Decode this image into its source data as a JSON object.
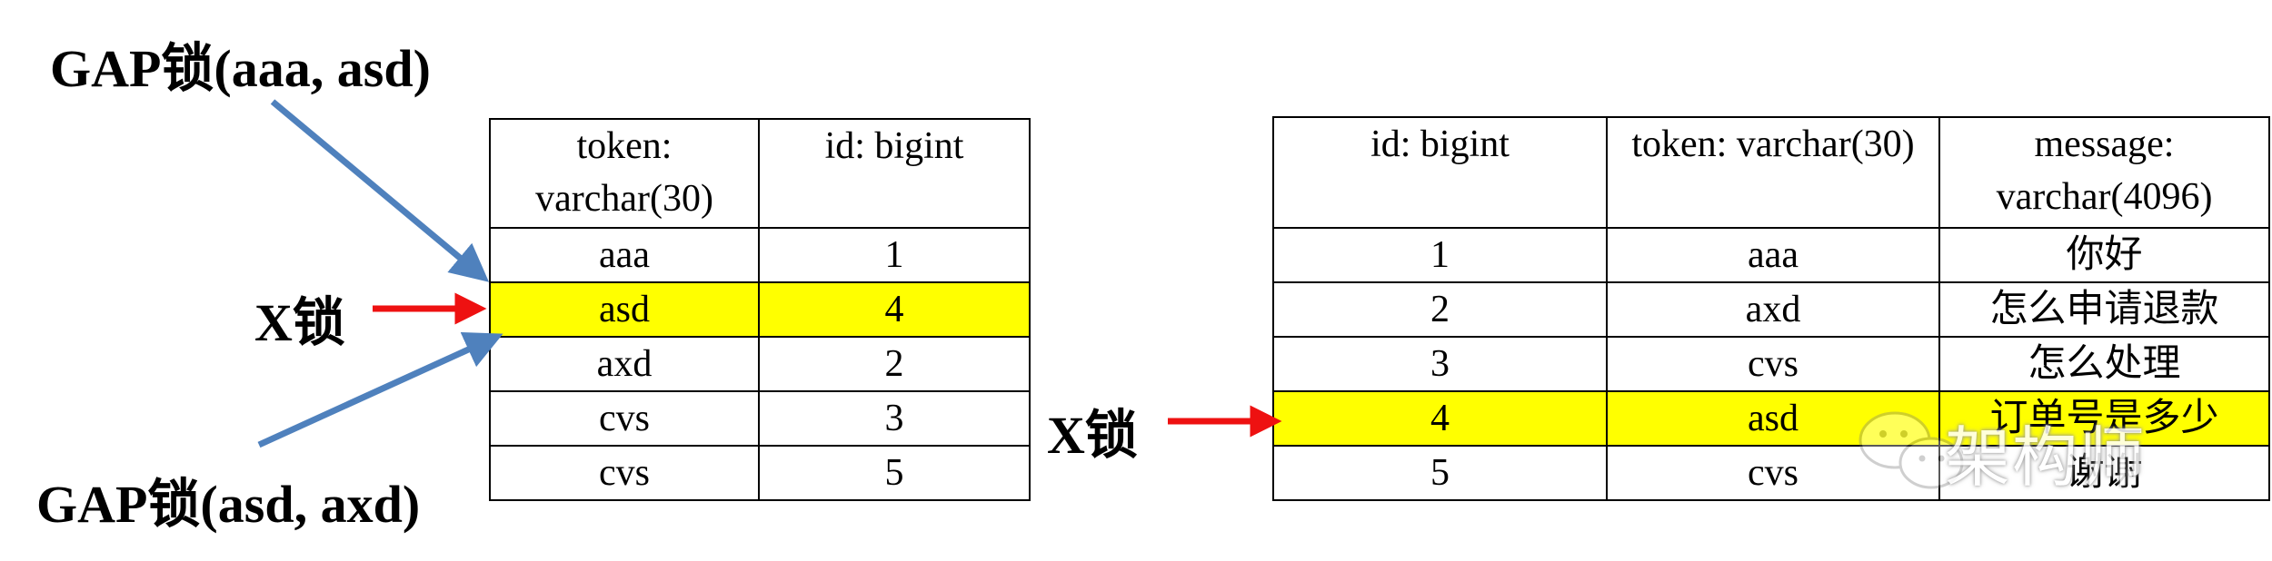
{
  "labels": {
    "gap_top": "GAP锁(aaa, asd)",
    "gap_bottom": "GAP锁(asd, axd)",
    "x_lock_left": "X锁",
    "x_lock_right": "X锁"
  },
  "left_table": {
    "headers": [
      "token: varchar(30)",
      "id: bigint"
    ],
    "rows": [
      [
        "aaa",
        "1"
      ],
      [
        "asd",
        "4"
      ],
      [
        "axd",
        "2"
      ],
      [
        "cvs",
        "3"
      ],
      [
        "cvs",
        "5"
      ]
    ],
    "highlight_row": 1
  },
  "right_table": {
    "headers": [
      "id: bigint",
      "token: varchar(30)",
      "message: varchar(4096)"
    ],
    "rows": [
      [
        "1",
        "aaa",
        "你好"
      ],
      [
        "2",
        "axd",
        "怎么申请退款"
      ],
      [
        "3",
        "cvs",
        "怎么处理"
      ],
      [
        "4",
        "asd",
        "订单号是多少"
      ],
      [
        "5",
        "cvs",
        "谢谢"
      ]
    ],
    "highlight_row": 3
  },
  "watermark": {
    "text": "架构师",
    "icon": "wechat-icon"
  },
  "colors": {
    "highlight": "#ffff00",
    "gap_arrow": "#4f81bd",
    "x_arrow": "#ee1111"
  }
}
